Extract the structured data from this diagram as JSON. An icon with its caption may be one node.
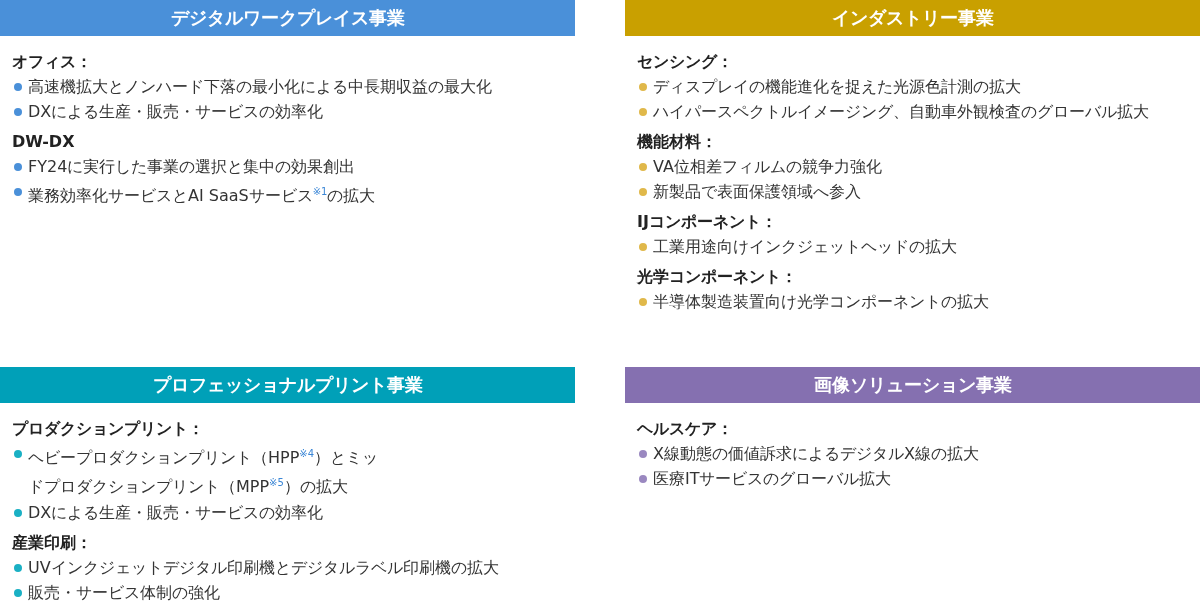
{
  "diagram": {
    "nodes": [
      {
        "text": [
          "デジタルワークプレイス事業"
        ]
      },
      {
        "text": [
          "インダストリー事業"
        ]
      },
      {
        "text": [
          "プロフェッショナルプリント事業"
        ]
      },
      {
        "text": [
          "画像ソリューション事業"
        ]
      }
    ],
    "labels": [
      "オフィス：",
      "高速機拡大とノンハード下落の最小化による中長期収益の最大化",
      "DXによる生産・販売・サービスの効率化",
      "DW-DX",
      "FY24に実行した事業の選択と集中の効果創出",
      "業務効率化サービスとAI SaaSサービス$^{※1}$の拡大",
      "センシング：",
      "ディスプレイの機能進化を捉えた光源色計測の拡大",
      "ハイパースペクトルイメージング、自動車外観検査のグローバル拡大",
      "機能材料：",
      "VA位相差フィルムの競争力強化",
      "新製品で表面保護領域へ参入",
      "IJコンポーネント：",
      "工業用途向けインクジェットヘッドの拡大",
      "光学コンポーネント：",
      "半導体製造装置向け光学コンポーネントの拡大",
      "プロダクションプリント：",
      "ヘビープロダクションプリント（HPP$^{※4}$）とミッドプロダクションプリント（MPP$^{※5}$）の拡大",
      "DXによる生産・販売・サービスの効率化",
      "産業印刷：",
      "UVインクジェットデジタル印刷機とデジタルラベル印刷機の拡大",
      "販売・サービス体制の強化",
      "ヘルスケア：",
      "X線動態の価値訴求によるデジタルX線の拡大",
      "医療ITサービスのグローバル拡大"
    ]
  }
}
